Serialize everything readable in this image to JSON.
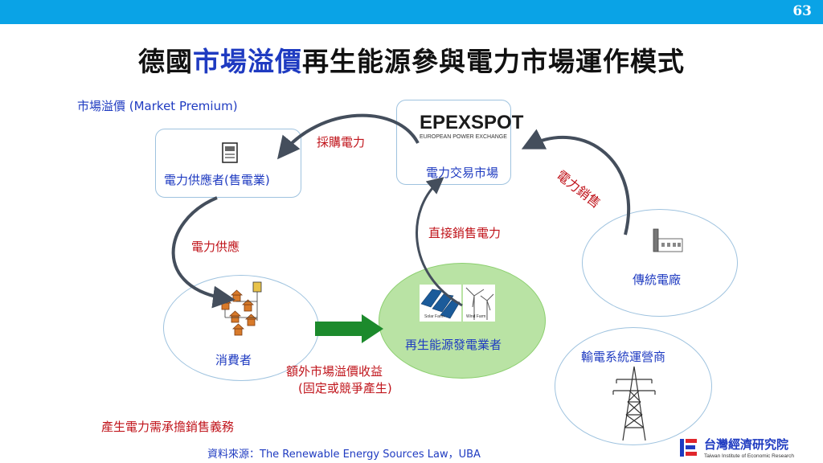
{
  "header": {
    "page_number": "63"
  },
  "title": {
    "part1": "德國",
    "highlight": "市場溢價",
    "part2": "再生能源參與電力市場運作模式"
  },
  "subtitle": "市場溢價 (Market Premium)",
  "nodes": {
    "supplier": "電力供應者(售電業)",
    "exchange": "電力交易市場",
    "exchange_logo_main": "EPEXSPOT",
    "exchange_logo_sub": "EUROPEAN POWER EXCHANGE",
    "consumer": "消費者",
    "renewable": "再生能源發電業者",
    "solar_caption": "Solar Farm",
    "wind_caption": "Wind Farm",
    "conventional": "傳統電廠",
    "tso": "輸電系統運營商"
  },
  "flows": {
    "purchase": "採購電力",
    "supply": "電力供應",
    "direct_sale": "直接銷售電力",
    "sales": "電力銷售",
    "premium_line1": "額外市場溢價收益",
    "premium_line2": "(固定或競爭產生)",
    "obligation": "產生電力需承擔銷售義務"
  },
  "source": "資料來源：The Renewable Energy Sources Law，UBA",
  "logo": {
    "cn": "台灣經濟研究院",
    "en": "Taiwan Institute of Economic Research"
  },
  "colors": {
    "topbar": "#0aa3e6",
    "accent_blue": "#1f3bc1",
    "accent_red": "#c0141b",
    "green_fill": "#b9e3a4",
    "green_arrow": "#1c8a2c"
  }
}
